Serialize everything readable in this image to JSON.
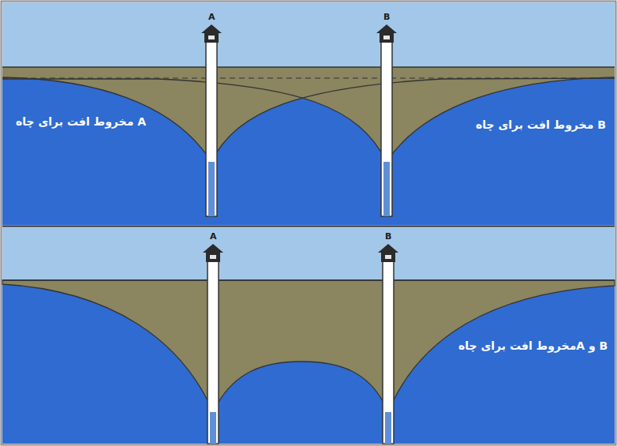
{
  "diagram": {
    "labels": [
      "A",
      "B",
      "مخروط افت برای چاه A",
      "مخروط افت برای چاه B",
      "A",
      "B",
      "مخروط افت برای چاهA و B"
    ]
  }
}
